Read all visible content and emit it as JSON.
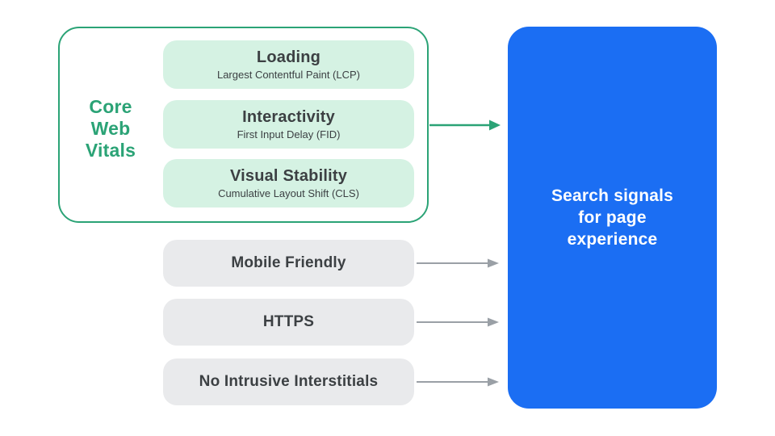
{
  "colors": {
    "accent_green": "#2ba376",
    "green_fill": "#d5f2e3",
    "gray_fill": "#e9eaec",
    "gray_arrow": "#9aa0a6",
    "text_dark": "#3c4043",
    "result_blue": "#1b6ef3",
    "result_text": "#ffffff"
  },
  "core_web_vitals": {
    "label_lines": [
      "Core",
      "Web",
      "Vitals"
    ],
    "items": [
      {
        "title": "Loading",
        "subtitle": "Largest Contentful Paint (LCP)"
      },
      {
        "title": "Interactivity",
        "subtitle": "First Input Delay (FID)"
      },
      {
        "title": "Visual Stability",
        "subtitle": "Cumulative Layout Shift (CLS)"
      }
    ]
  },
  "other_signals": {
    "items": [
      {
        "label": "Mobile Friendly"
      },
      {
        "label": "HTTPS"
      },
      {
        "label": "No Intrusive Interstitials"
      }
    ]
  },
  "result_box": {
    "lines": [
      "Search signals",
      "for page",
      "experience"
    ]
  }
}
